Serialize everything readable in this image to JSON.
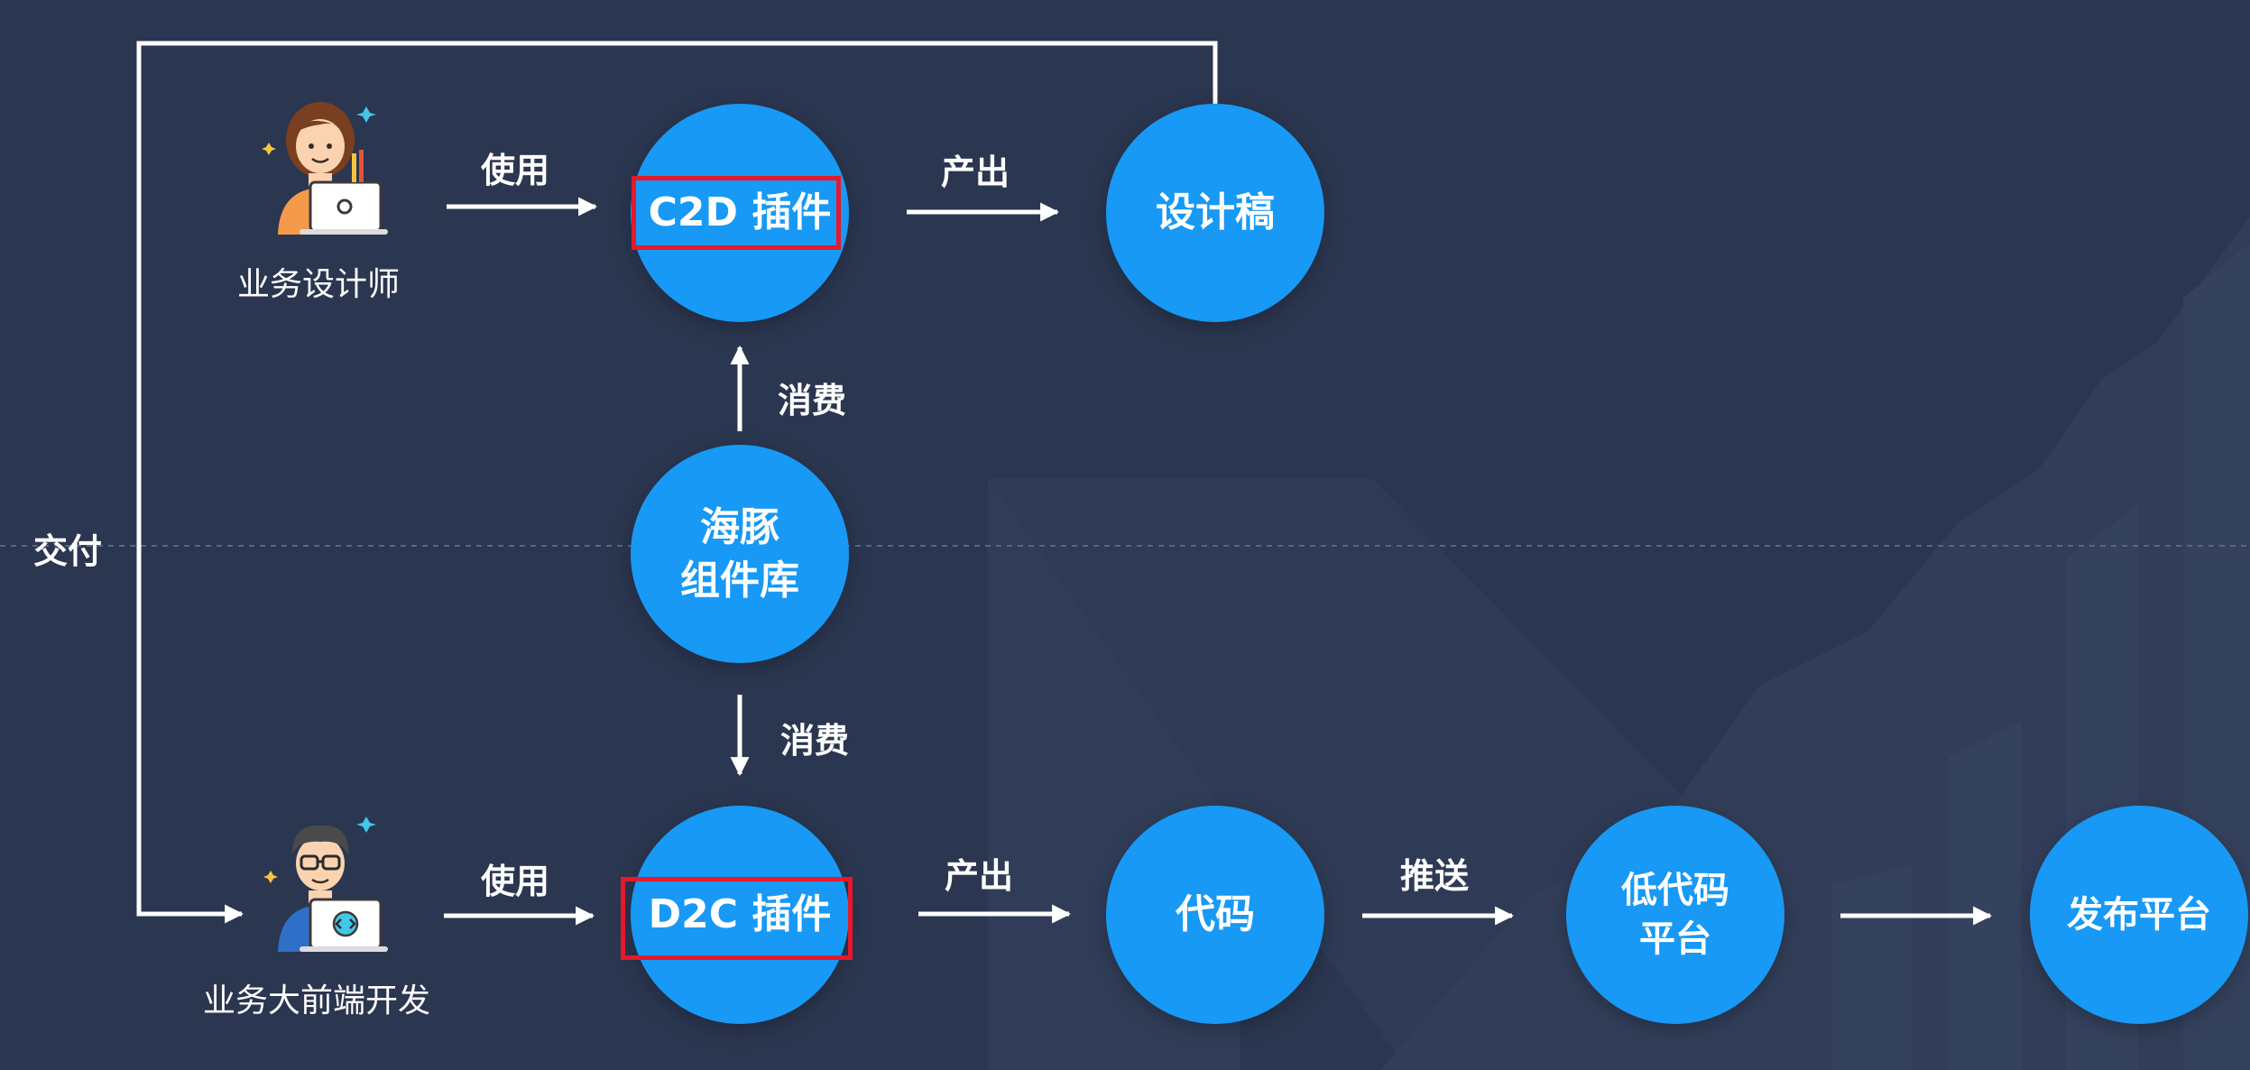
{
  "colors": {
    "background": "#2b3650",
    "node_fill": "#1799f5",
    "highlight": "#e6182c",
    "line": "#ffffff"
  },
  "nodes": {
    "c2d_plugin": "C2D 插件",
    "design_draft": "设计稿",
    "dolphin_lib": "海豚\n组件库",
    "d2c_plugin": "D2C 插件",
    "code": "代码",
    "lowcode_platform": "低代码\n平台",
    "publish_platform": "发布平台"
  },
  "roles": {
    "designer": {
      "label": "业务设计师",
      "icon": "designer-with-laptop-icon"
    },
    "developer": {
      "label": "业务大前端开发",
      "icon": "developer-with-laptop-icon"
    }
  },
  "edge_labels": {
    "designer_use": "使用",
    "c2d_produce": "产出",
    "lib_to_c2d": "消费",
    "lib_to_d2c": "消费",
    "developer_use": "使用",
    "d2c_produce": "产出",
    "code_push": "推送",
    "deliver": "交付"
  }
}
